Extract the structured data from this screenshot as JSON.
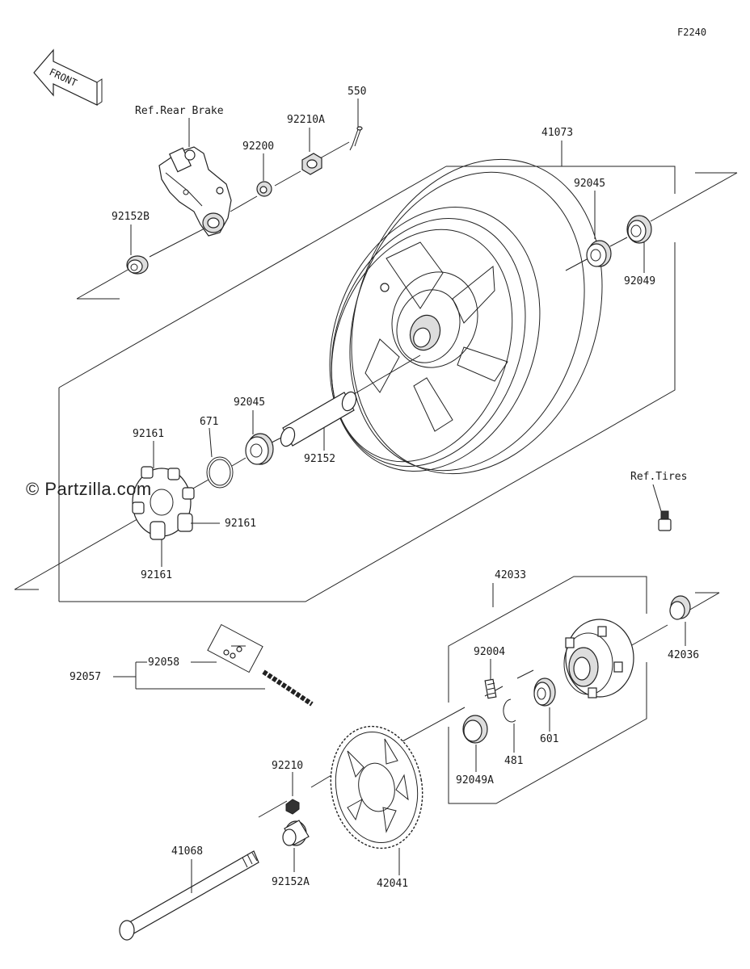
{
  "diagram_code": "F2240",
  "front_label": "FRONT",
  "watermark": "© Partzilla.com",
  "labels": {
    "ref_rear_brake": "Ref.Rear Brake",
    "ref_tires": "Ref.Tires",
    "p550": "550",
    "p92210A": "92210A",
    "p92200": "92200",
    "p41073": "41073",
    "p92152B": "92152B",
    "p92045_top": "92045",
    "p92049": "92049",
    "p92045_mid": "92045",
    "p671": "671",
    "p92161_a": "92161",
    "p92161_b": "92161",
    "p92161_c": "92161",
    "p92152": "92152",
    "p42033": "42033",
    "p92004": "92004",
    "p42036": "42036",
    "p92058": "92058",
    "p92057": "92057",
    "p601": "601",
    "p481": "481",
    "p92049A": "92049A",
    "p92210": "92210",
    "p41068": "41068",
    "p92152A": "92152A",
    "p42041": "42041"
  }
}
